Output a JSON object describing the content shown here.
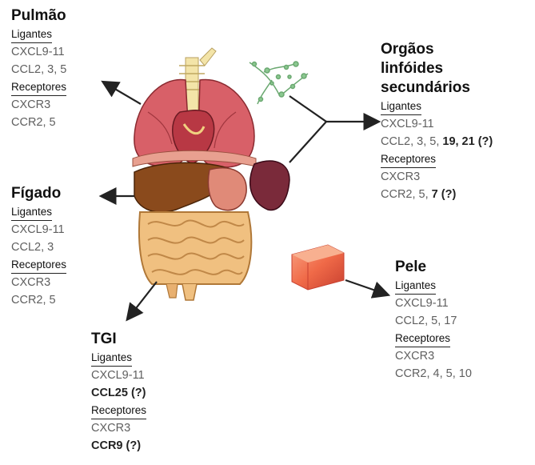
{
  "pulmao": {
    "title": "Pulmão",
    "ligantes_label": "Ligantes",
    "ligantes": [
      "CXCL9-11",
      "CCL2, 3, 5"
    ],
    "receptores_label": "Receptores",
    "receptores": [
      "CXCR3",
      "CCR2, 5"
    ]
  },
  "figado": {
    "title": "Fígado",
    "ligantes_label": "Ligantes",
    "ligantes": [
      "CXCL9-11",
      "CCL2, 3"
    ],
    "receptores_label": "Receptores",
    "receptores": [
      "CXCR3",
      "CCR2, 5"
    ]
  },
  "tgi": {
    "title": "TGI",
    "ligantes_label": "Ligantes",
    "ligantes": [
      "CXCL9-11",
      "CCL25 (?)"
    ],
    "receptores_label": "Receptores",
    "receptores": [
      "CXCR3",
      "CCR9 (?)"
    ]
  },
  "orgaos": {
    "title_lines": [
      "Orgãos",
      "linfóides",
      "secundários"
    ],
    "ligantes_label": "Ligantes",
    "ligantes": [
      "CXCL9-11",
      "CCL2, 3, 5, ",
      "19, 21 (?)"
    ],
    "receptores_label": "Receptores",
    "receptores": [
      "CXCR3",
      "CCR2, 5, ",
      "7 (?)"
    ]
  },
  "pele": {
    "title": "Pele",
    "ligantes_label": "Ligantes",
    "ligantes": [
      "CXCL9-11",
      "CCL2, 5, 17"
    ],
    "receptores_label": "Receptores",
    "receptores": [
      "CXCR3",
      "CCR2, 4, 5, 10"
    ]
  },
  "colors": {
    "lung": "#c8565e",
    "liver": "#8a4a1c",
    "intestine": "#e8b070",
    "spleen": "#7a2a3a",
    "skin": "#f07050",
    "arrow": "#222222"
  }
}
